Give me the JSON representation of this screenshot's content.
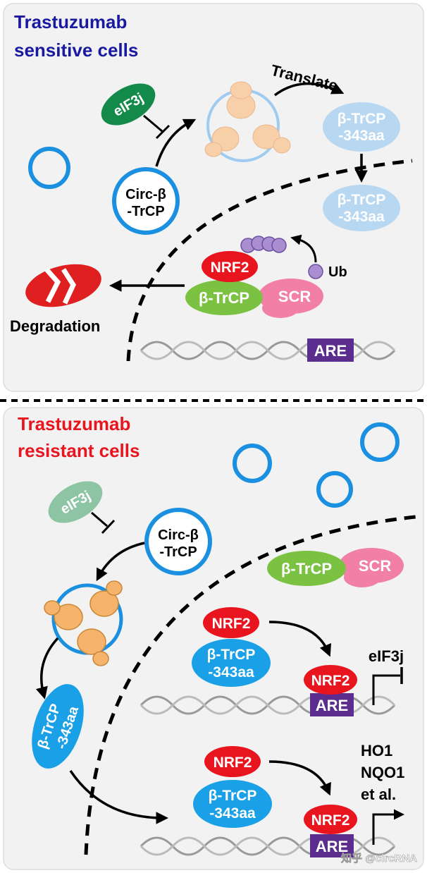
{
  "colors": {
    "panel_bg": "#f2f2f2",
    "title_sensitive": "#1a1aa0",
    "title_resistant": "#e8141e",
    "circ_blue": "#1b8fe0",
    "circ_pale": "#9fcbf0",
    "ribosome": "#f5b36b",
    "ribosome_pale": "#f7cfa8",
    "nrf2_red": "#e8141e",
    "btrcp_green": "#7cc242",
    "scr_pink": "#f27fa6",
    "eif3j_green": "#138a4a",
    "eif3j_pale": "#8cc4a4",
    "pale_blue": "#b8d8f2",
    "protein_blue": "#1aa0e6",
    "are_purple": "#5b2d8e",
    "ub_purple": "#a98ed0"
  },
  "top": {
    "title_line1": "Trastuzumab",
    "title_line2": "sensitive cells",
    "eif3j": "eIF3j",
    "circ_line1": "Circ-β",
    "circ_line2": "-TrCP",
    "translate": "Translate",
    "protein_line1": "β-TrCP",
    "protein_line2": "-343aa",
    "protein2_line1": "β-TrCP",
    "protein2_line2": "-343aa",
    "nrf2": "NRF2",
    "btrcp": "β-TrCP",
    "scr": "SCR",
    "ub": "Ub",
    "degradation": "Degradation",
    "are": "ARE"
  },
  "bottom": {
    "title_line1": "Trastuzumab",
    "title_line2": "resistant cells",
    "eif3j": "eIF3j",
    "circ_line1": "Circ-β",
    "circ_line2": "-TrCP",
    "btrcp": "β-TrCP",
    "scr": "SCR",
    "nrf2_a": "NRF2",
    "protein_a_line1": "β-TrCP",
    "protein_a_line2": "-343aa",
    "nrf2_are_a": "NRF2",
    "are_a": "ARE",
    "gene_a": "eIF3j",
    "diag_line1": "β-TrCP",
    "diag_line2": "-343aa",
    "nrf2_b": "NRF2",
    "protein_b_line1": "β-TrCP",
    "protein_b_line2": "-343aa",
    "nrf2_are_b": "NRF2",
    "are_b": "ARE",
    "gene_b_line1": "HO1",
    "gene_b_line2": "NQO1",
    "gene_b_line3": "et al."
  },
  "watermark": "知乎 @circRNA"
}
